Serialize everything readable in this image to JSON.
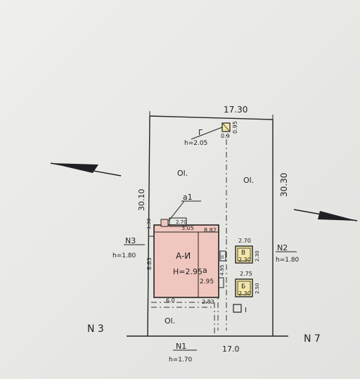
{
  "plan": {
    "top_width": "17.30",
    "bottom_width": "17.0",
    "left_length": "30.10",
    "right_length": "30.30",
    "yard_label": "Ol.",
    "house": {
      "label": "A-И",
      "height": "H=2.95",
      "width_top": "3.05",
      "width_top_right": "8.82",
      "width_bottom_left": "6.0",
      "width_bottom_right": "2.83",
      "left_height": "8.83",
      "left_small": "1.30",
      "notch": "2.70",
      "right_height": "4.95"
    },
    "annex": {
      "label": "a",
      "value": "2.95",
      "callout": "a1"
    },
    "shed_g": {
      "label": "Г",
      "height": "h=2.05",
      "width": "0.9",
      "depth": "0.95"
    },
    "shed_v": {
      "label": "В",
      "value": "2.30",
      "top_dim": "2.70",
      "side_dim": "2.30"
    },
    "shed_b": {
      "label": "Б",
      "value": "2.30",
      "top_dim": "2.75",
      "side_dim": "2.50"
    },
    "marker_2": "II",
    "marker_1": "I",
    "neighbors": {
      "n3": {
        "label": "N3",
        "height": "h=1.80"
      },
      "n2": {
        "label": "N2",
        "height": "h=1.80"
      },
      "n1": {
        "label": "N1",
        "height": "h=1.70"
      },
      "street_left": "N 3",
      "street_right": "N 7"
    },
    "colors": {
      "ink": "#222222",
      "house_fill": "#f0c7bf",
      "shed_fill": "#f4e6a8",
      "arrow": "#1f1f24"
    }
  }
}
